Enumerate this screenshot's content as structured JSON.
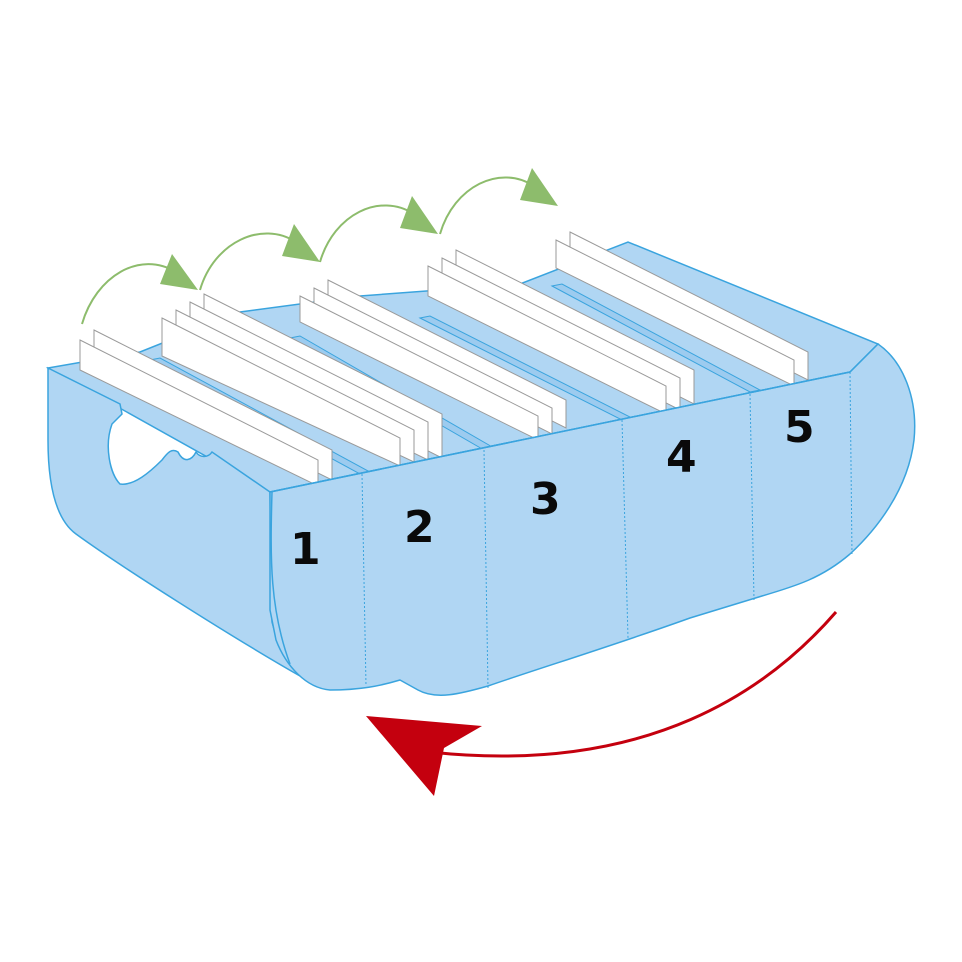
{
  "compartments": [
    {
      "label": "1"
    },
    {
      "label": "2"
    },
    {
      "label": "3"
    },
    {
      "label": "4"
    },
    {
      "label": "5"
    }
  ],
  "icons": {
    "forward_arrows": "green-curved-arrow-icon",
    "return_arrow": "red-curved-arrow-icon"
  },
  "colors": {
    "box_fill": "#b0d6f3",
    "box_stroke": "#3aa4de",
    "card_fill": "#ffffff",
    "card_stroke": "#9a9a9a",
    "forward_arrow": "#8dbc6c",
    "return_arrow": "#c4000e",
    "label": "#0a0a0a"
  }
}
